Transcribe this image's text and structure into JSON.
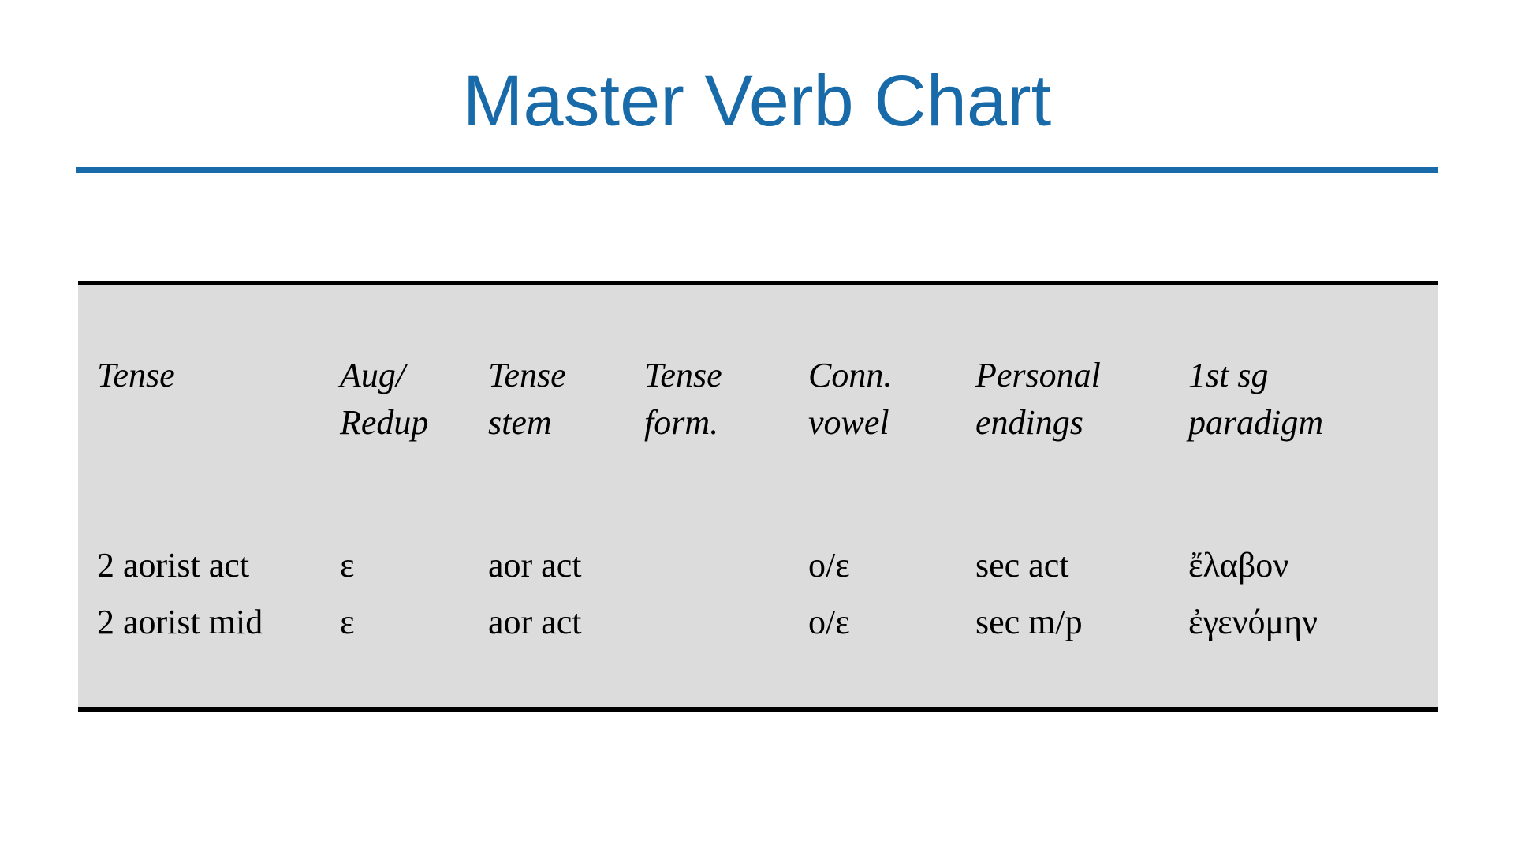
{
  "slide": {
    "title": "Master Verb Chart"
  },
  "theme": {
    "accent_blue": "#186BA8",
    "table_background": "#DCDCDC",
    "table_border": "#000000",
    "text_color": "#000000"
  },
  "table": {
    "headers": [
      {
        "line1": "Tense",
        "line2": ""
      },
      {
        "line1": "Aug/",
        "line2": "Redup"
      },
      {
        "line1": "Tense",
        "line2": "stem"
      },
      {
        "line1": "Tense",
        "line2": "form."
      },
      {
        "line1": "Conn.",
        "line2": "vowel"
      },
      {
        "line1": "Personal",
        "line2": "endings"
      },
      {
        "line1": "1st sg",
        "line2": "paradigm"
      }
    ],
    "rows": [
      {
        "tense": "2 aorist act",
        "aug_redup": "ε",
        "tense_stem": "aor act",
        "tense_form": "",
        "conn_vowel": "o/ε",
        "personal_endings": "sec act",
        "first_sg_paradigm": "ἔλαβον"
      },
      {
        "tense": "2 aorist mid",
        "aug_redup": "ε",
        "tense_stem": "aor act",
        "tense_form": "",
        "conn_vowel": "o/ε",
        "personal_endings": "sec m/p",
        "first_sg_paradigm": "ἐγενόμην"
      }
    ]
  }
}
